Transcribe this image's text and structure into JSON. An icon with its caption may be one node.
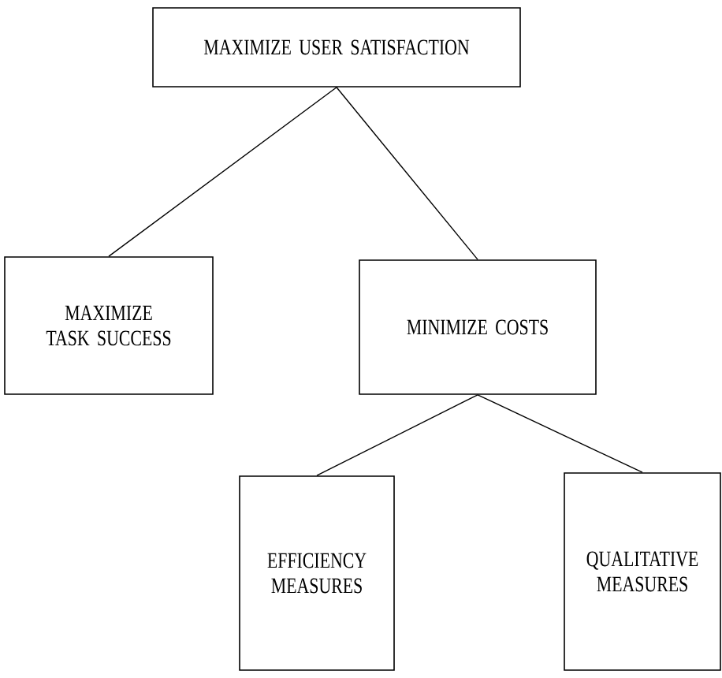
{
  "diagram": {
    "nodes": [
      {
        "text": [
          "MAXIMIZE USER SATISFACTION"
        ]
      },
      {
        "text": [
          "MAXIMIZE TASK SUCCESS"
        ]
      },
      {
        "text": [
          "MINIMIZE COSTS"
        ]
      },
      {
        "text": [
          "EFFICIENCY MEASURES"
        ]
      },
      {
        "text": [
          "QUALITATIVE MEASURES"
        ]
      }
    ],
    "edges": [
      {
        "from": 0,
        "to": 1,
        "arrow": "none"
      },
      {
        "from": 0,
        "to": 2,
        "arrow": "none"
      },
      {
        "from": 2,
        "to": 3,
        "arrow": "none"
      },
      {
        "from": 2,
        "to": 4,
        "arrow": "none"
      }
    ]
  }
}
